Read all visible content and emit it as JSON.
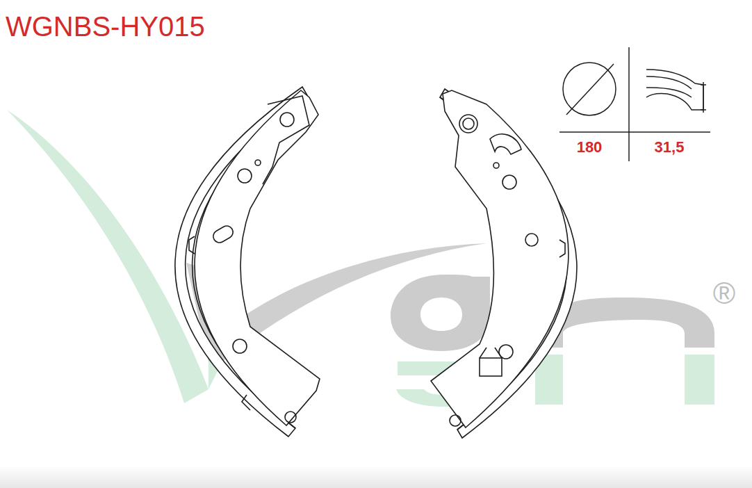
{
  "diagram": {
    "title": "WGNBS-HY015",
    "labels": [
      "180",
      "31,5",
      "®"
    ]
  }
}
